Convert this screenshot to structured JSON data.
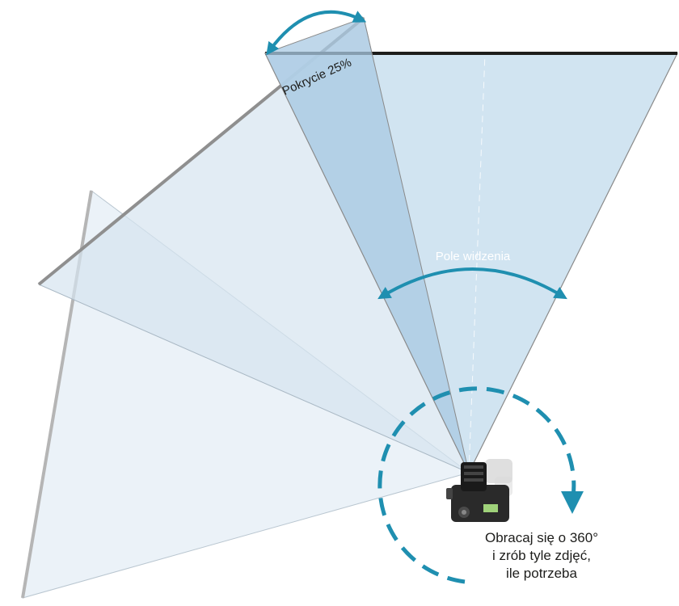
{
  "labels": {
    "coverage": "Pokrycie 25%",
    "field_of_view": "Pole widzenia",
    "instruction_lines": [
      "Obracaj się o 360°",
      "i zrób tyle zdjęć,",
      "ile potrzeba"
    ]
  },
  "colors": {
    "fov_fill": "#c9dfef",
    "fov_fill_light": "#dbe8f2",
    "coverage_fill": "#aac9e3",
    "edge_line": "#8a8a8a",
    "arrow": "#1f8fb0",
    "plane_line": "#1d1d1b",
    "fov_label": "#ffffff"
  },
  "icons": {
    "camera": "camera-icon",
    "rotation": "rotation-arrow-icon"
  }
}
